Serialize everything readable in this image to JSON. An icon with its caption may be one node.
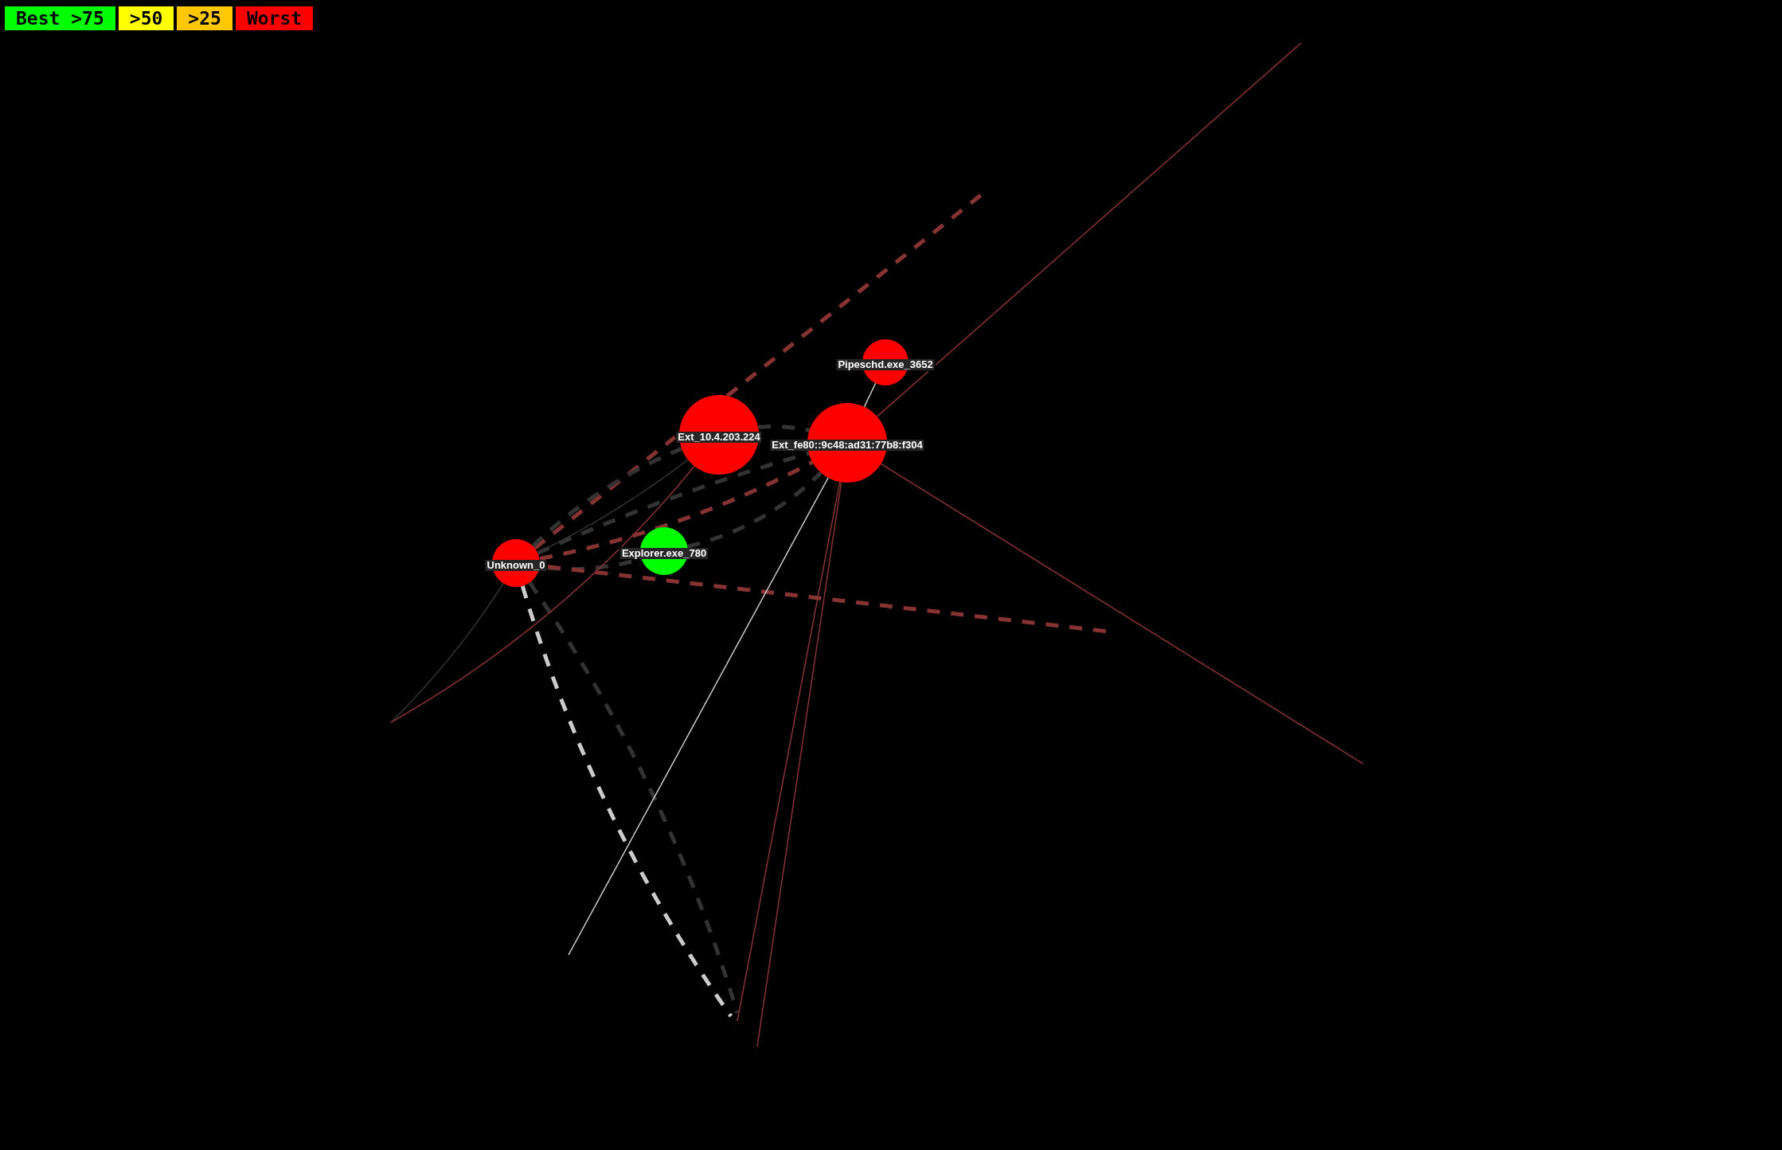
{
  "diagram": {
    "nodes": [
      {
        "text": [
          "Pipeschd.exe_3652"
        ]
      },
      {
        "text": [
          "Ext_10.4.203.224"
        ]
      },
      {
        "text": [
          "Ext_fe80::9c48:ad31:77b8:f304"
        ]
      },
      {
        "text": [
          "Unknown_0"
        ]
      },
      {
        "text": [
          "Explorer.exe_780"
        ]
      }
    ],
    "edges": [
      {
        "from": 3,
        "to": null,
        "arrow": "none",
        "style": "dashed"
      },
      {
        "from": 3,
        "to": 1,
        "arrow": "none",
        "style": "dashed",
        "color": "#333333"
      },
      {
        "from": 1,
        "to": 2,
        "arrow": "none",
        "style": "dashed",
        "color": "#333333"
      },
      {
        "from": 3,
        "to": 2,
        "arrow": "none",
        "style": "dashed",
        "color": "#333333"
      },
      {
        "from": 3,
        "to": 2,
        "arrow": "none",
        "style": "dashed"
      },
      {
        "from": 3,
        "to": 4,
        "arrow": "none",
        "style": "dashed",
        "color": "#333333"
      },
      {
        "from": 4,
        "to": 2,
        "arrow": "none",
        "style": "dashed",
        "color": "#333333"
      },
      {
        "from": 3,
        "to": null,
        "arrow": "none",
        "style": "dashed"
      },
      {
        "from": 3,
        "to": null,
        "arrow": "none",
        "style": "dashed",
        "color": "#cccccc"
      },
      {
        "from": 3,
        "to": null,
        "arrow": "none",
        "style": "dashed",
        "color": "#333333"
      },
      {
        "from": 3,
        "to": null,
        "arrow": "none",
        "color": "#333333"
      },
      {
        "from": 3,
        "to": 1,
        "arrow": "none",
        "color": "#333333"
      },
      {
        "from": 1,
        "to": null,
        "arrow": "none"
      },
      {
        "from": 0,
        "to": 2,
        "arrow": "none",
        "color": "#cccccc"
      },
      {
        "from": 2,
        "to": null,
        "arrow": "none",
        "color": "#cccccc"
      },
      {
        "from": 2,
        "to": null,
        "arrow": "none"
      },
      {
        "from": 2,
        "to": null,
        "arrow": "none"
      },
      {
        "from": 2,
        "to": null,
        "arrow": "none"
      },
      {
        "from": 2,
        "to": null,
        "arrow": "none"
      }
    ],
    "legend": [
      {
        "text": "Best >75",
        "color": "#00ff00"
      },
      {
        "text": ">50",
        "color": "#ffff00"
      },
      {
        "text": ">25",
        "color": "#ffc800"
      },
      {
        "text": "Worst",
        "color": "#ff0000"
      }
    ]
  }
}
